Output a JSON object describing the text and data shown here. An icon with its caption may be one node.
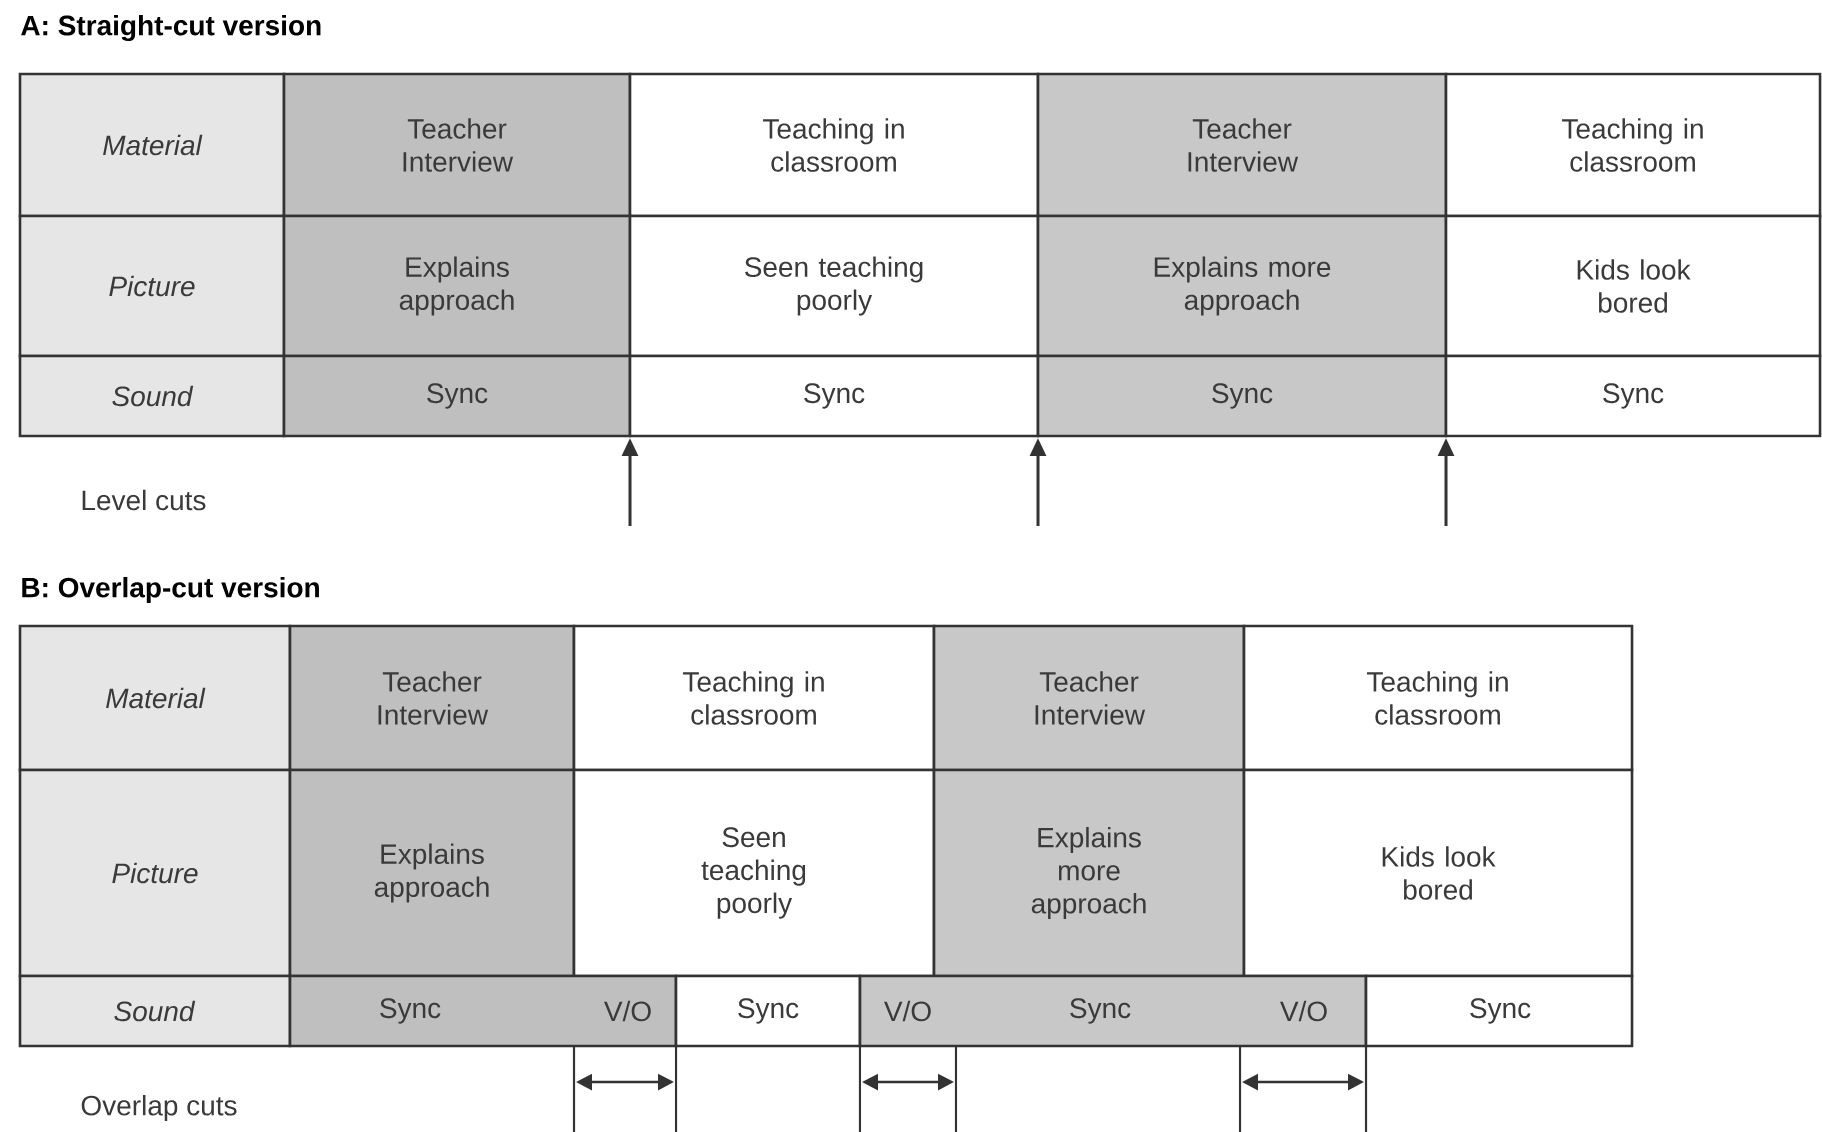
{
  "diagram": {
    "nodes": [
      {
        "text": [
          "Material"
        ]
      },
      {
        "text": [
          "Teacher Interview"
        ]
      },
      {
        "text": [
          "Teaching in classroom"
        ]
      },
      {
        "text": [
          "Teacher Interview"
        ]
      },
      {
        "text": [
          "Teaching in classroom"
        ]
      },
      {
        "text": [
          "Picture"
        ]
      },
      {
        "text": [
          "Explains approach"
        ]
      },
      {
        "text": [
          "Seen teaching poorly"
        ]
      },
      {
        "text": [
          "Explains more approach"
        ]
      },
      {
        "text": [
          "Kids look bored"
        ]
      },
      {
        "text": [
          "Sound"
        ]
      },
      {
        "text": [
          "Sync"
        ]
      },
      {
        "text": [
          "Sync"
        ]
      },
      {
        "text": [
          "Sync"
        ]
      },
      {
        "text": [
          "Sync"
        ]
      },
      {
        "text": [
          "Material"
        ]
      },
      {
        "text": [
          "Teacher Interview"
        ]
      },
      {
        "text": [
          "Teaching in classroom"
        ]
      },
      {
        "text": [
          "Teacher Interview"
        ]
      },
      {
        "text": [
          "Teaching in classroom"
        ]
      },
      {
        "text": [
          "Picture"
        ]
      },
      {
        "text": [
          "Explains approach"
        ]
      },
      {
        "text": [
          "Seen teaching poorly"
        ]
      },
      {
        "text": [
          "Explains more approach"
        ]
      },
      {
        "text": [
          "Kids look bored"
        ]
      },
      {
        "text": [
          "Sound"
        ]
      },
      {
        "text": [
          "Sync",
          "V/O"
        ]
      },
      {
        "text": [
          "Sync"
        ]
      },
      {
        "text": [
          "V/O",
          "Sync",
          "V/O"
        ]
      },
      {
        "text": [
          "Sync"
        ]
      }
    ],
    "labels": [
      "A: Straight-cut version",
      "Level cuts",
      "B: Overlap-cut version",
      "Overlap cuts"
    ]
  }
}
